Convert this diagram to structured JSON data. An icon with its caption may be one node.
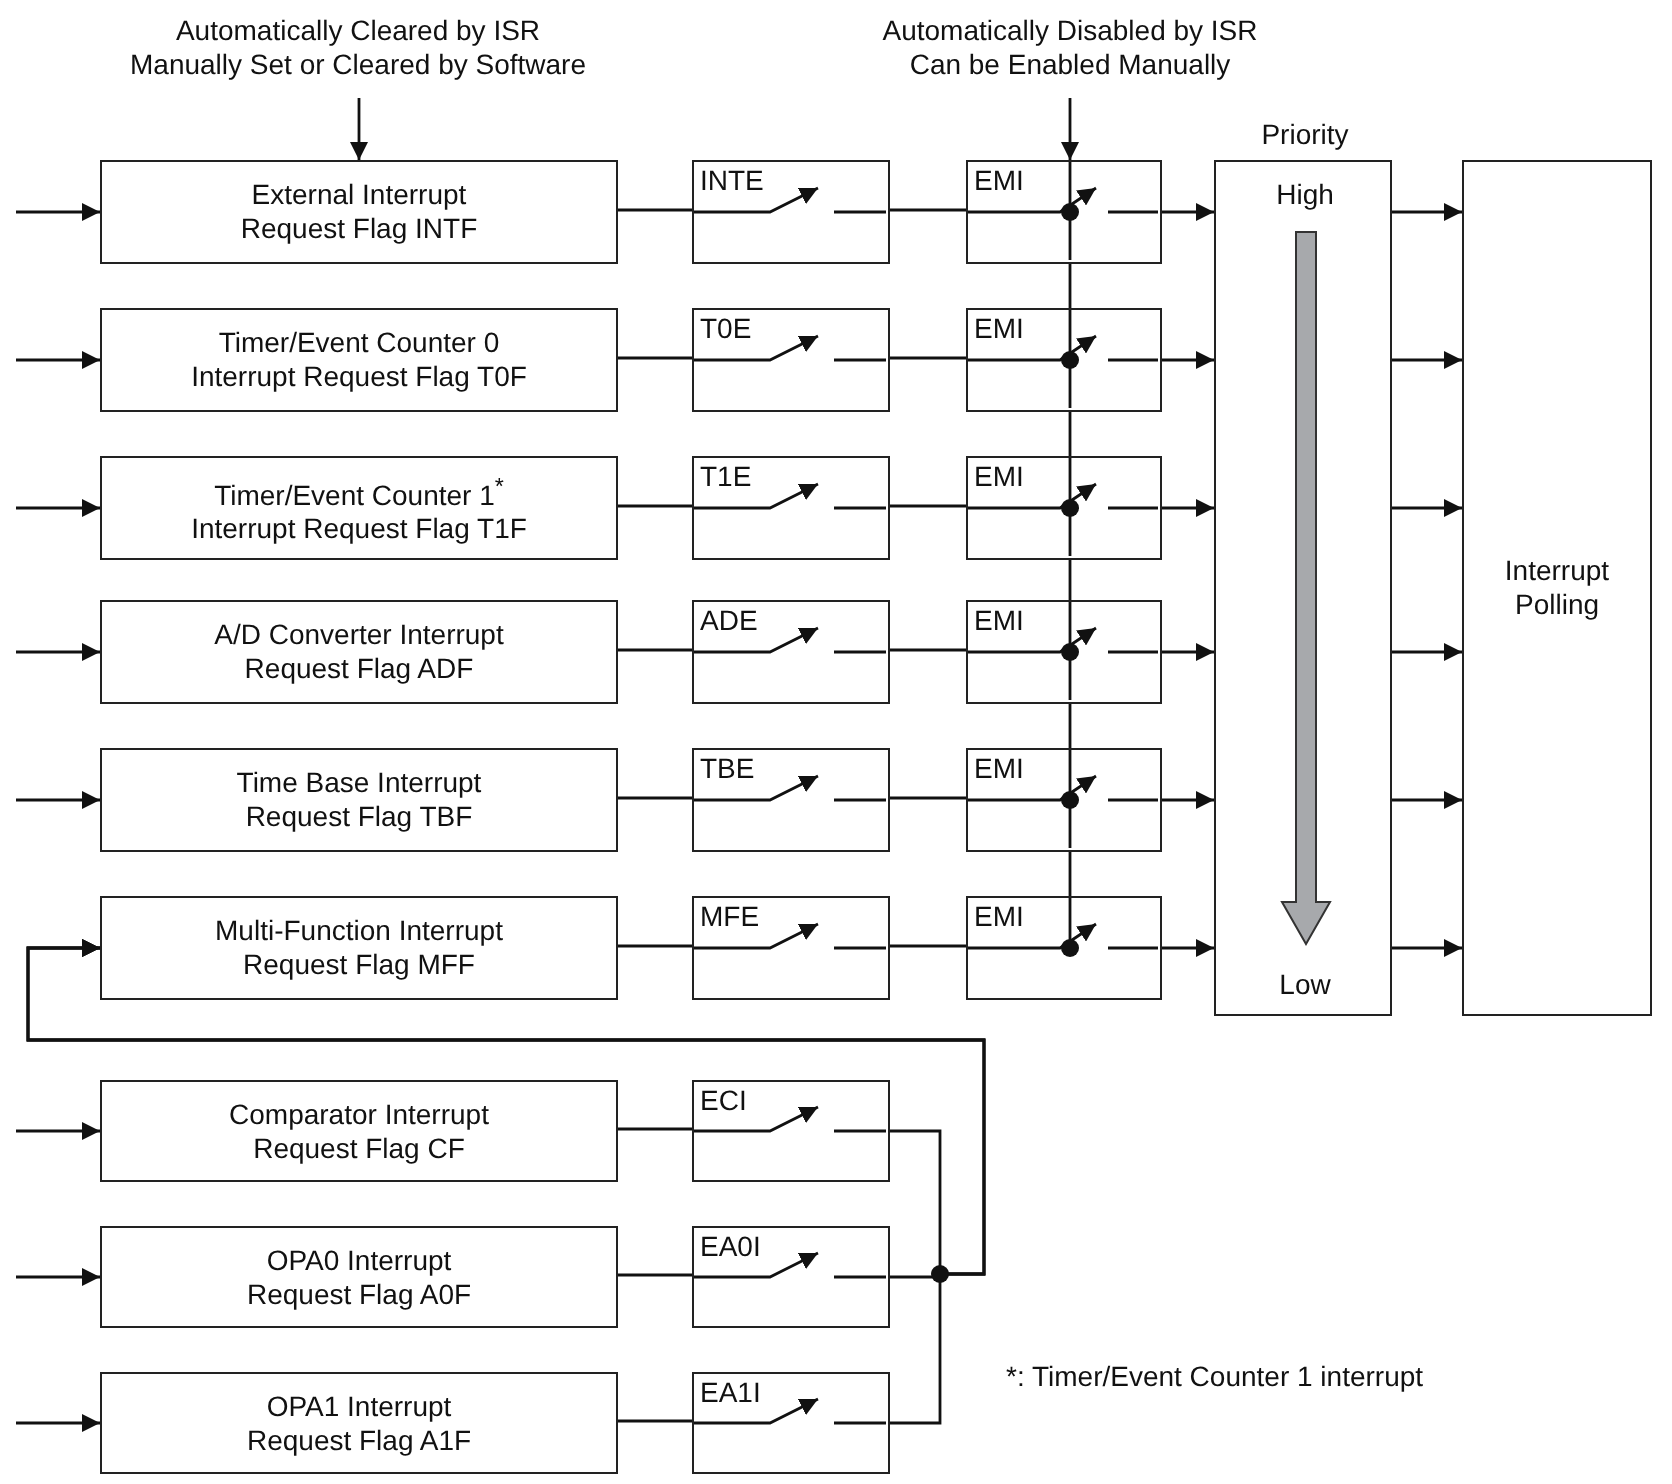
{
  "diagram": {
    "nodes": [
      {
        "text": [
          "Automatically Cleared by ISR Manually Set or Cleared by Software"
        ]
      },
      {
        "text": [
          "Automatically Disabled by ISR Can be Enabled Manually"
        ]
      },
      {
        "text": [
          "External Interrupt Request Flag INTF"
        ]
      },
      {
        "text": [
          "INTE"
        ]
      },
      {
        "text": [
          "EMI"
        ]
      },
      {
        "text": [
          "Timer/Event Counter 0 Interrupt Request Flag T0F"
        ]
      },
      {
        "text": [
          "T0E"
        ]
      },
      {
        "text": [
          "EMI"
        ]
      },
      {
        "text": [
          "Timer/Event Counter 1$^{*}$ Interrupt Request Flag T1F"
        ]
      },
      {
        "text": [
          "T1E"
        ]
      },
      {
        "text": [
          "EMI"
        ]
      },
      {
        "text": [
          "A/D Converter Interrupt Request Flag ADF"
        ]
      },
      {
        "text": [
          "ADE"
        ]
      },
      {
        "text": [
          "EMI"
        ]
      },
      {
        "text": [
          "Time Base Interrupt Request Flag TBF"
        ]
      },
      {
        "text": [
          "TBE"
        ]
      },
      {
        "text": [
          "EMI"
        ]
      },
      {
        "text": [
          "Multi-Function Interrupt Request Flag MFF"
        ]
      },
      {
        "text": [
          "MFE"
        ]
      },
      {
        "text": [
          "EMI"
        ]
      },
      {
        "text": [
          "Priority",
          "High",
          "Low"
        ]
      },
      {
        "text": [
          "Interrupt Polling"
        ]
      },
      {
        "text": [
          "Comparator Interrupt Request Flag CF"
        ]
      },
      {
        "text": [
          "ECI"
        ]
      },
      {
        "text": [
          "OPA0 Interrupt Request Flag A0F"
        ]
      },
      {
        "text": [
          "EA0I"
        ]
      },
      {
        "text": [
          "OPA1 Interrupt Request Flag A1F"
        ]
      },
      {
        "text": [
          "EA1I"
        ]
      }
    ],
    "edges": [
      {
        "from": 0,
        "to": 2,
        "arrow": "to"
      },
      {
        "from": 1,
        "to": 4,
        "arrow": "to"
      },
      {
        "from": null,
        "to": 2,
        "arrow": "to"
      },
      {
        "from": 2,
        "to": 3,
        "arrow": "none"
      },
      {
        "from": 3,
        "to": 4,
        "arrow": "none"
      },
      {
        "from": 4,
        "to": 20,
        "arrow": "to"
      },
      {
        "from": null,
        "to": 5,
        "arrow": "to"
      },
      {
        "from": 5,
        "to": 6,
        "arrow": "none"
      },
      {
        "from": 6,
        "to": 7,
        "arrow": "none"
      },
      {
        "from": 7,
        "to": 20,
        "arrow": "to"
      },
      {
        "from": null,
        "to": 8,
        "arrow": "to"
      },
      {
        "from": 8,
        "to": 9,
        "arrow": "none"
      },
      {
        "from": 9,
        "to": 10,
        "arrow": "none"
      },
      {
        "from": 10,
        "to": 20,
        "arrow": "to"
      },
      {
        "from": null,
        "to": 11,
        "arrow": "to"
      },
      {
        "from": 11,
        "to": 12,
        "arrow": "none"
      },
      {
        "from": 12,
        "to": 13,
        "arrow": "none"
      },
      {
        "from": 13,
        "to": 20,
        "arrow": "to"
      },
      {
        "from": null,
        "to": 14,
        "arrow": "to"
      },
      {
        "from": 14,
        "to": 15,
        "arrow": "none"
      },
      {
        "from": 15,
        "to": 16,
        "arrow": "none"
      },
      {
        "from": 16,
        "to": 20,
        "arrow": "to"
      },
      {
        "from": 17,
        "to": 18,
        "arrow": "none"
      },
      {
        "from": 18,
        "to": 19,
        "arrow": "none"
      },
      {
        "from": 19,
        "to": 20,
        "arrow": "to"
      },
      {
        "from": 20,
        "to": 21,
        "arrow": "to"
      },
      {
        "from": 20,
        "to": 21,
        "arrow": "to"
      },
      {
        "from": 20,
        "to": 21,
        "arrow": "to"
      },
      {
        "from": 20,
        "to": 21,
        "arrow": "to"
      },
      {
        "from": 20,
        "to": 21,
        "arrow": "to"
      },
      {
        "from": 20,
        "to": 21,
        "arrow": "to"
      },
      {
        "from": 4,
        "to": 7,
        "arrow": "none"
      },
      {
        "from": 7,
        "to": 10,
        "arrow": "none"
      },
      {
        "from": 10,
        "to": 13,
        "arrow": "none"
      },
      {
        "from": 13,
        "to": 16,
        "arrow": "none"
      },
      {
        "from": 16,
        "to": 19,
        "arrow": "none"
      },
      {
        "from": null,
        "to": 22,
        "arrow": "to"
      },
      {
        "from": 22,
        "to": 23,
        "arrow": "none"
      },
      {
        "from": 23,
        "to": 17,
        "arrow": "to"
      },
      {
        "from": null,
        "to": 24,
        "arrow": "to"
      },
      {
        "from": 24,
        "to": 25,
        "arrow": "none"
      },
      {
        "from": 25,
        "to": 17,
        "arrow": "to"
      },
      {
        "from": null,
        "to": 26,
        "arrow": "to"
      },
      {
        "from": 26,
        "to": 27,
        "arrow": "none"
      },
      {
        "from": 27,
        "to": 17,
        "arrow": "to"
      }
    ],
    "labels": [
      "*: Timer/Event Counter 1 interrupt"
    ]
  }
}
